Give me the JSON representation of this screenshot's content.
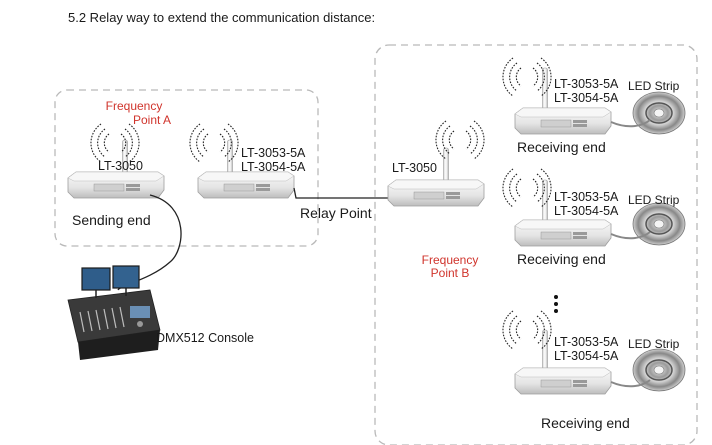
{
  "heading": "5.2  Relay way to extend the communication distance:",
  "left_box": {
    "freq_a_line1": "Frequency",
    "freq_a_line2": "Point A",
    "sender_model": "LT-3050",
    "sender_caption": "Sending end",
    "relay_rx_model_1": "LT-3053-5A",
    "relay_rx_model_2": "LT-3054-5A"
  },
  "console_caption": "DMX512 Console",
  "relay_point_label": "Relay Point",
  "right_box": {
    "relay_tx_model": "LT-3050",
    "freq_b_line1": "Frequency",
    "freq_b_line2": "Point B",
    "receivers": [
      {
        "model_1": "LT-3053-5A",
        "model_2": "LT-3054-5A",
        "strip": "LED Strip",
        "caption": "Receiving end"
      },
      {
        "model_1": "LT-3053-5A",
        "model_2": "LT-3054-5A",
        "strip": "LED Strip",
        "caption": "Receiving end"
      },
      {
        "model_1": "LT-3053-5A",
        "model_2": "LT-3054-5A",
        "strip": "LED Strip",
        "caption": "Receiving end"
      }
    ]
  },
  "colors": {
    "accent_red": "#d0342c",
    "dashed_border": "#b9b9b9",
    "text": "#1a1a1a"
  }
}
